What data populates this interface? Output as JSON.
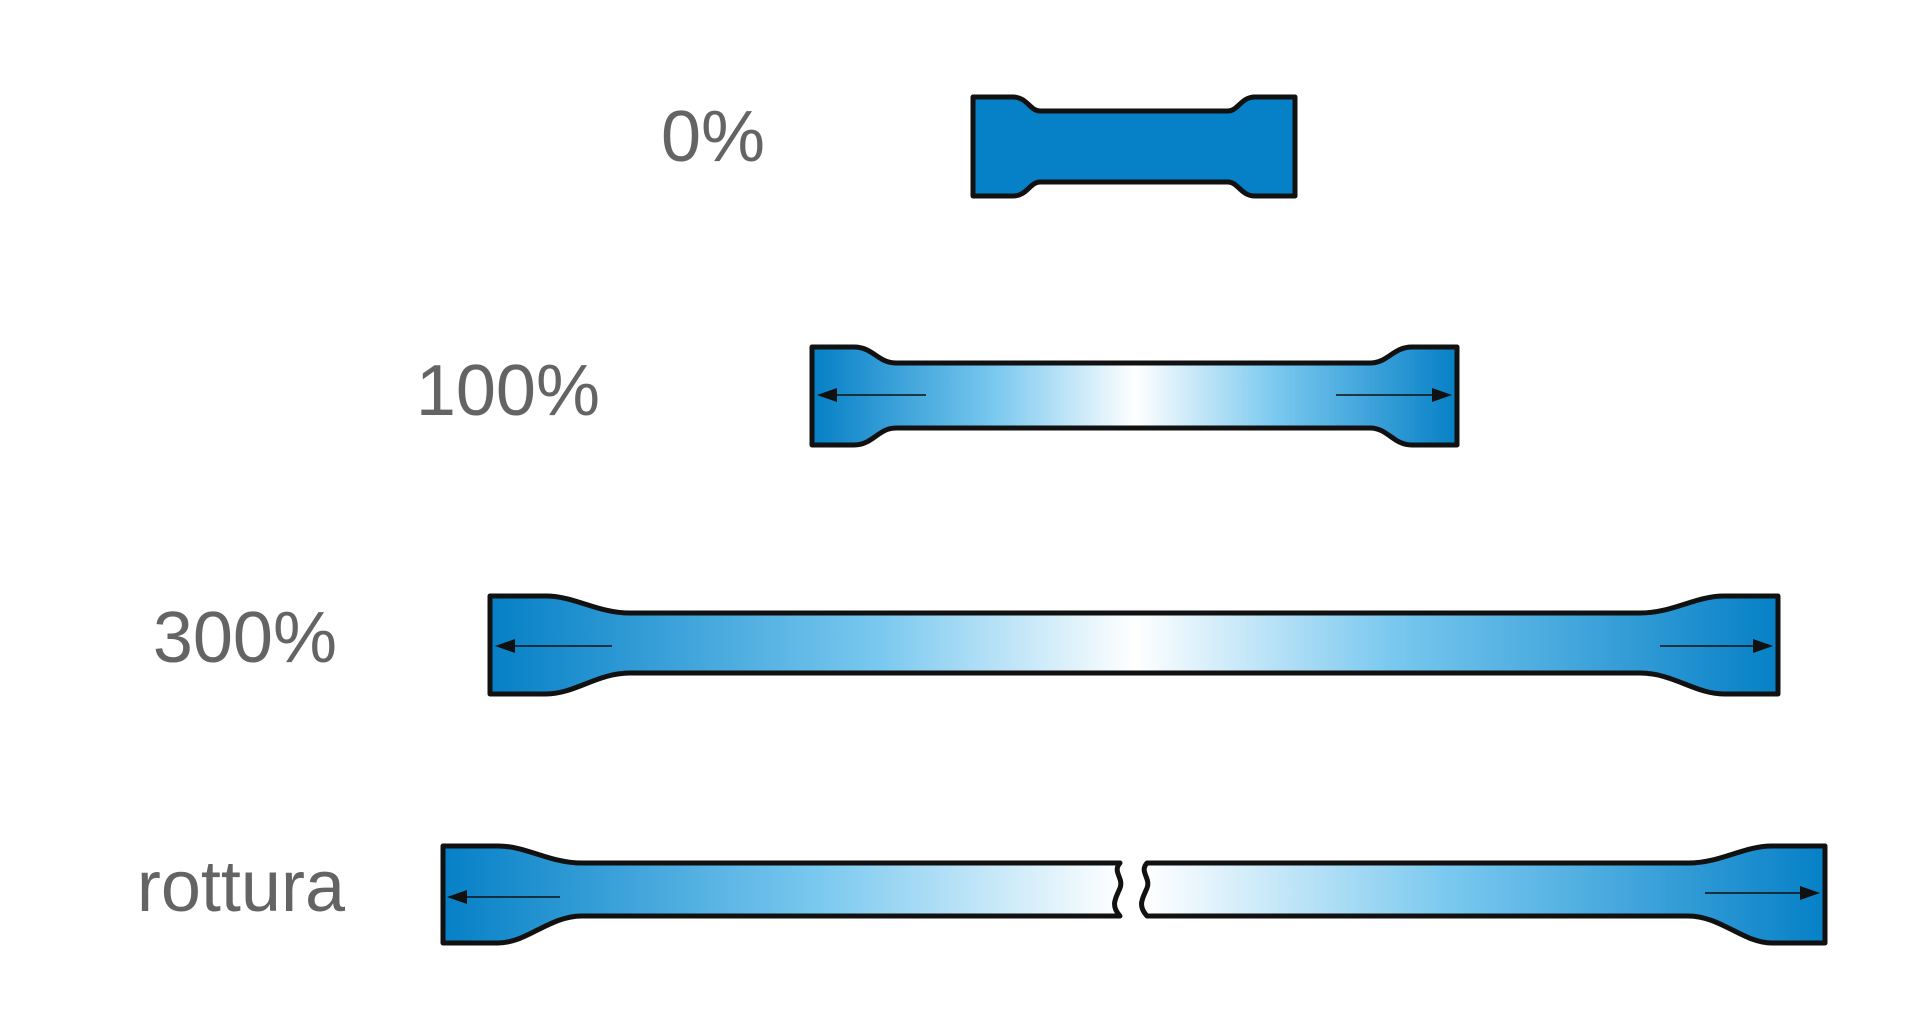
{
  "stages": [
    {
      "label": "0%"
    },
    {
      "label": "100%"
    },
    {
      "label": "300%"
    },
    {
      "label": "rottura"
    }
  ],
  "colors": {
    "body": "#0680c6",
    "outline": "#111111",
    "highlight": "#ffffff",
    "text": "#646464"
  }
}
